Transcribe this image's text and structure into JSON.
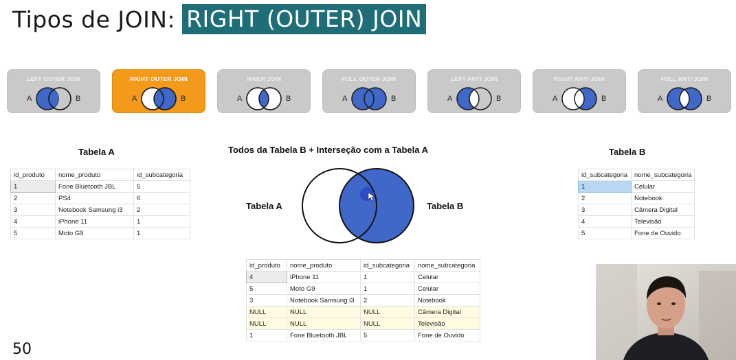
{
  "title": {
    "prefix": "Tipos de JOIN:",
    "highlight": "RIGHT (OUTER) JOIN"
  },
  "join_types": [
    {
      "label": "LEFT OUTER JOIN",
      "a": "A",
      "b": "B",
      "active": false
    },
    {
      "label": "RIGHT OUTER JOIN",
      "a": "A",
      "b": "B",
      "active": true
    },
    {
      "label": "INNER JOIN",
      "a": "A",
      "b": "B",
      "active": false
    },
    {
      "label": "FULL OUTER JOIN",
      "a": "A",
      "b": "B",
      "active": false
    },
    {
      "label": "LEFT ANTI JOIN",
      "a": "A",
      "b": "B",
      "active": false
    },
    {
      "label": "RIGHT ANTI JOIN",
      "a": "A",
      "b": "B",
      "active": false
    },
    {
      "label": "FULL ANTI JOIN",
      "a": "A",
      "b": "B",
      "active": false
    }
  ],
  "table_a": {
    "heading": "Tabela A",
    "columns": [
      "id_produto",
      "nome_produto",
      "id_subcategoria"
    ],
    "rows": [
      [
        "1",
        "Fone Bluetooth JBL",
        "5"
      ],
      [
        "2",
        "PS4",
        "6"
      ],
      [
        "3",
        "Notebook Samsung i3",
        "2"
      ],
      [
        "4",
        "iPhone 11",
        "1"
      ],
      [
        "5",
        "Moto G9",
        "1"
      ]
    ]
  },
  "venn": {
    "heading": "Todos da Tabela B + Interseção com a Tabela A",
    "label_a": "Tabela A",
    "label_b": "Tabela B"
  },
  "table_b": {
    "heading": "Tabela B",
    "columns": [
      "id_subcategoria",
      "nome_subcategoria"
    ],
    "rows": [
      [
        "1",
        "Celular"
      ],
      [
        "2",
        "Notebook"
      ],
      [
        "3",
        "Câmera Digital"
      ],
      [
        "4",
        "Televisão"
      ],
      [
        "5",
        "Fone de Ouvido"
      ]
    ]
  },
  "result": {
    "columns": [
      "id_produto",
      "nome_produto",
      "id_subcategoria",
      "nome_subcategoria"
    ],
    "rows": [
      [
        "4",
        "iPhone 11",
        "1",
        "Celular"
      ],
      [
        "5",
        "Moto G9",
        "1",
        "Celular"
      ],
      [
        "3",
        "Notebook Samsung i3",
        "2",
        "Notebook"
      ],
      [
        "NULL",
        "NULL",
        "NULL",
        "Câmera Digital"
      ],
      [
        "NULL",
        "NULL",
        "NULL",
        "Televisão"
      ],
      [
        "1",
        "Fone Bluetooth JBL",
        "5",
        "Fone de Ouvido"
      ]
    ]
  },
  "page_number": "50",
  "colors": {
    "accent_teal": "#1f6d76",
    "active_orange": "#f39a1b",
    "venn_blue": "#3f68c8",
    "card_grey": "#c9c9c9"
  }
}
